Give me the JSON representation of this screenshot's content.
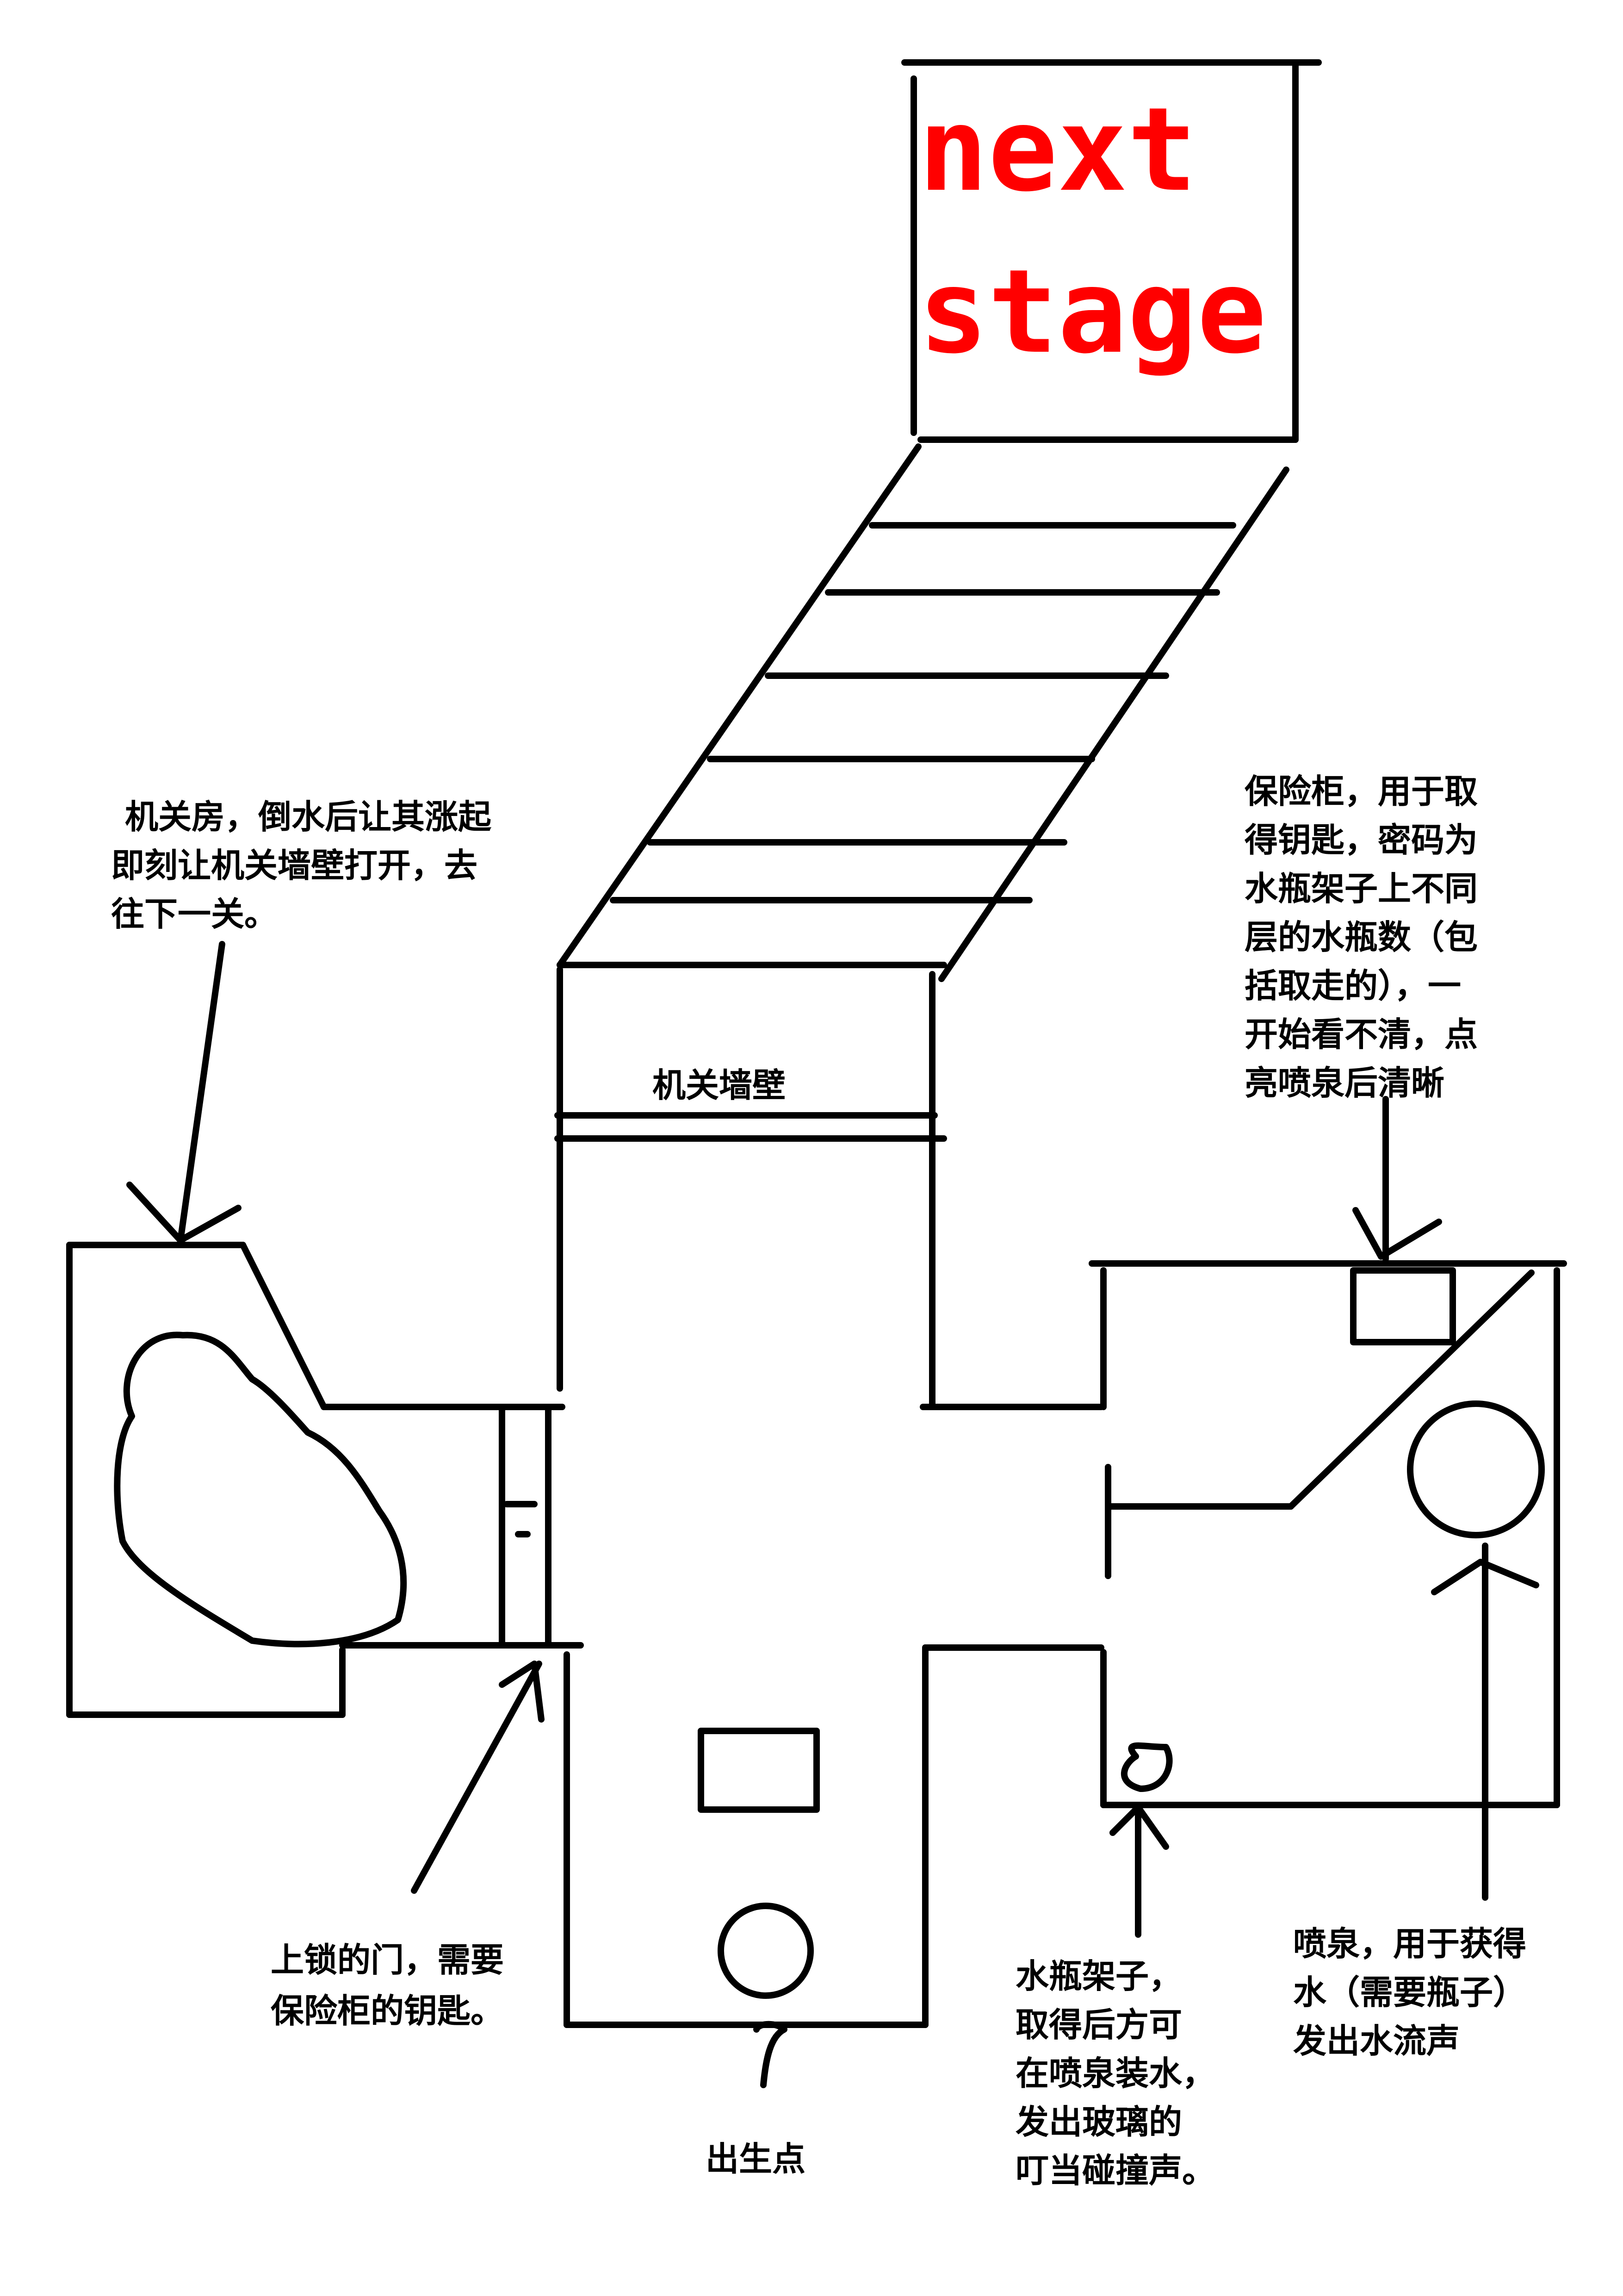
{
  "title_lines": [
    "next",
    "stage"
  ],
  "title_color": "#ff0000",
  "ink_color": "#000000",
  "annotations": {
    "mechanism_room": [
      "机关房，倒水后让其涨起",
      "即刻让机关墙壁打开，去",
      "往下一关。"
    ],
    "mechanism_wall": "机关墙壁",
    "safe": [
      "保险柜，用于取",
      "得钥匙，密码为",
      "水瓶架子上不同",
      "层的水瓶数（包",
      "括取走的），一",
      "开始看不清，点",
      "亮喷泉后清晰"
    ],
    "locked_door": [
      "上锁的门，需要",
      "保险柜的钥匙。"
    ],
    "spawn_point": "出生点",
    "bottle_rack": [
      "水瓶架子，",
      "取得后方可",
      "在喷泉装水，",
      "发出玻璃的",
      "叮当碰撞声。"
    ],
    "fountain": [
      "喷泉，用于获得",
      "水（需要瓶子）",
      "发出水流声"
    ]
  }
}
